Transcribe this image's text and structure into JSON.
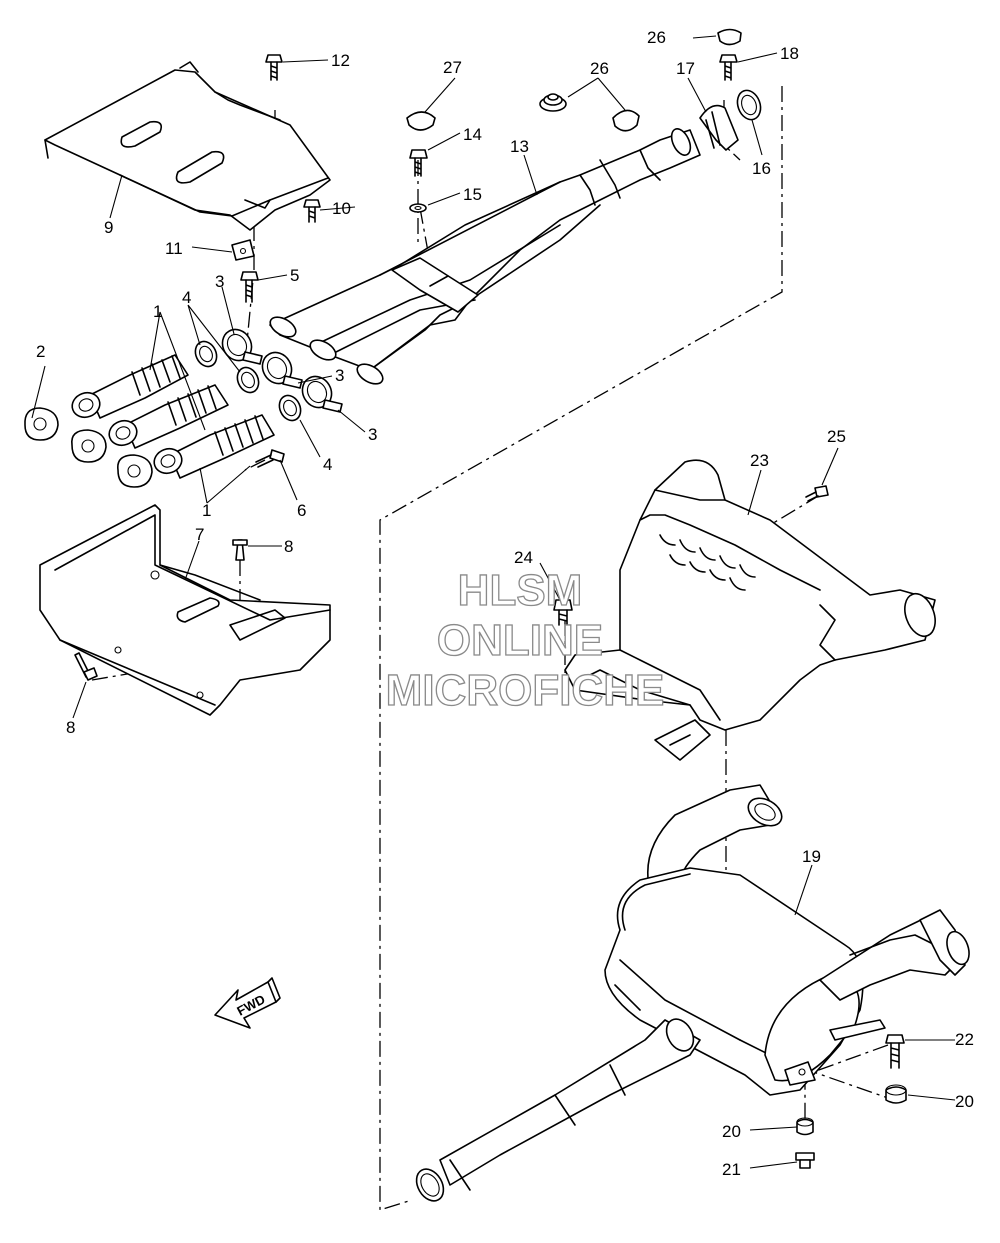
{
  "watermark": {
    "line1": "HLSM",
    "line2": "ONLINE",
    "line3": "MICROFICHE"
  },
  "fwd_label": "FWD",
  "callouts": [
    {
      "id": "c12",
      "text": "12"
    },
    {
      "id": "c9",
      "text": "9"
    },
    {
      "id": "c10",
      "text": "10"
    },
    {
      "id": "c11",
      "text": "11"
    },
    {
      "id": "c27",
      "text": "27"
    },
    {
      "id": "c14",
      "text": "14"
    },
    {
      "id": "c15",
      "text": "15"
    },
    {
      "id": "c13",
      "text": "13"
    },
    {
      "id": "c26a",
      "text": "26"
    },
    {
      "id": "c26b",
      "text": "26"
    },
    {
      "id": "c18",
      "text": "18"
    },
    {
      "id": "c17",
      "text": "17"
    },
    {
      "id": "c16",
      "text": "16"
    },
    {
      "id": "c5",
      "text": "5"
    },
    {
      "id": "c3a",
      "text": "3"
    },
    {
      "id": "c3b",
      "text": "3"
    },
    {
      "id": "c3c",
      "text": "3"
    },
    {
      "id": "c4a",
      "text": "4"
    },
    {
      "id": "c4b",
      "text": "4"
    },
    {
      "id": "c1a",
      "text": "1"
    },
    {
      "id": "c1b",
      "text": "1"
    },
    {
      "id": "c2",
      "text": "2"
    },
    {
      "id": "c6",
      "text": "6"
    },
    {
      "id": "c7",
      "text": "7"
    },
    {
      "id": "c8a",
      "text": "8"
    },
    {
      "id": "c8b",
      "text": "8"
    },
    {
      "id": "c25",
      "text": "25"
    },
    {
      "id": "c23",
      "text": "23"
    },
    {
      "id": "c24",
      "text": "24"
    },
    {
      "id": "c19",
      "text": "19"
    },
    {
      "id": "c22",
      "text": "22"
    },
    {
      "id": "c20a",
      "text": "20"
    },
    {
      "id": "c20b",
      "text": "20"
    },
    {
      "id": "c21",
      "text": "21"
    }
  ]
}
